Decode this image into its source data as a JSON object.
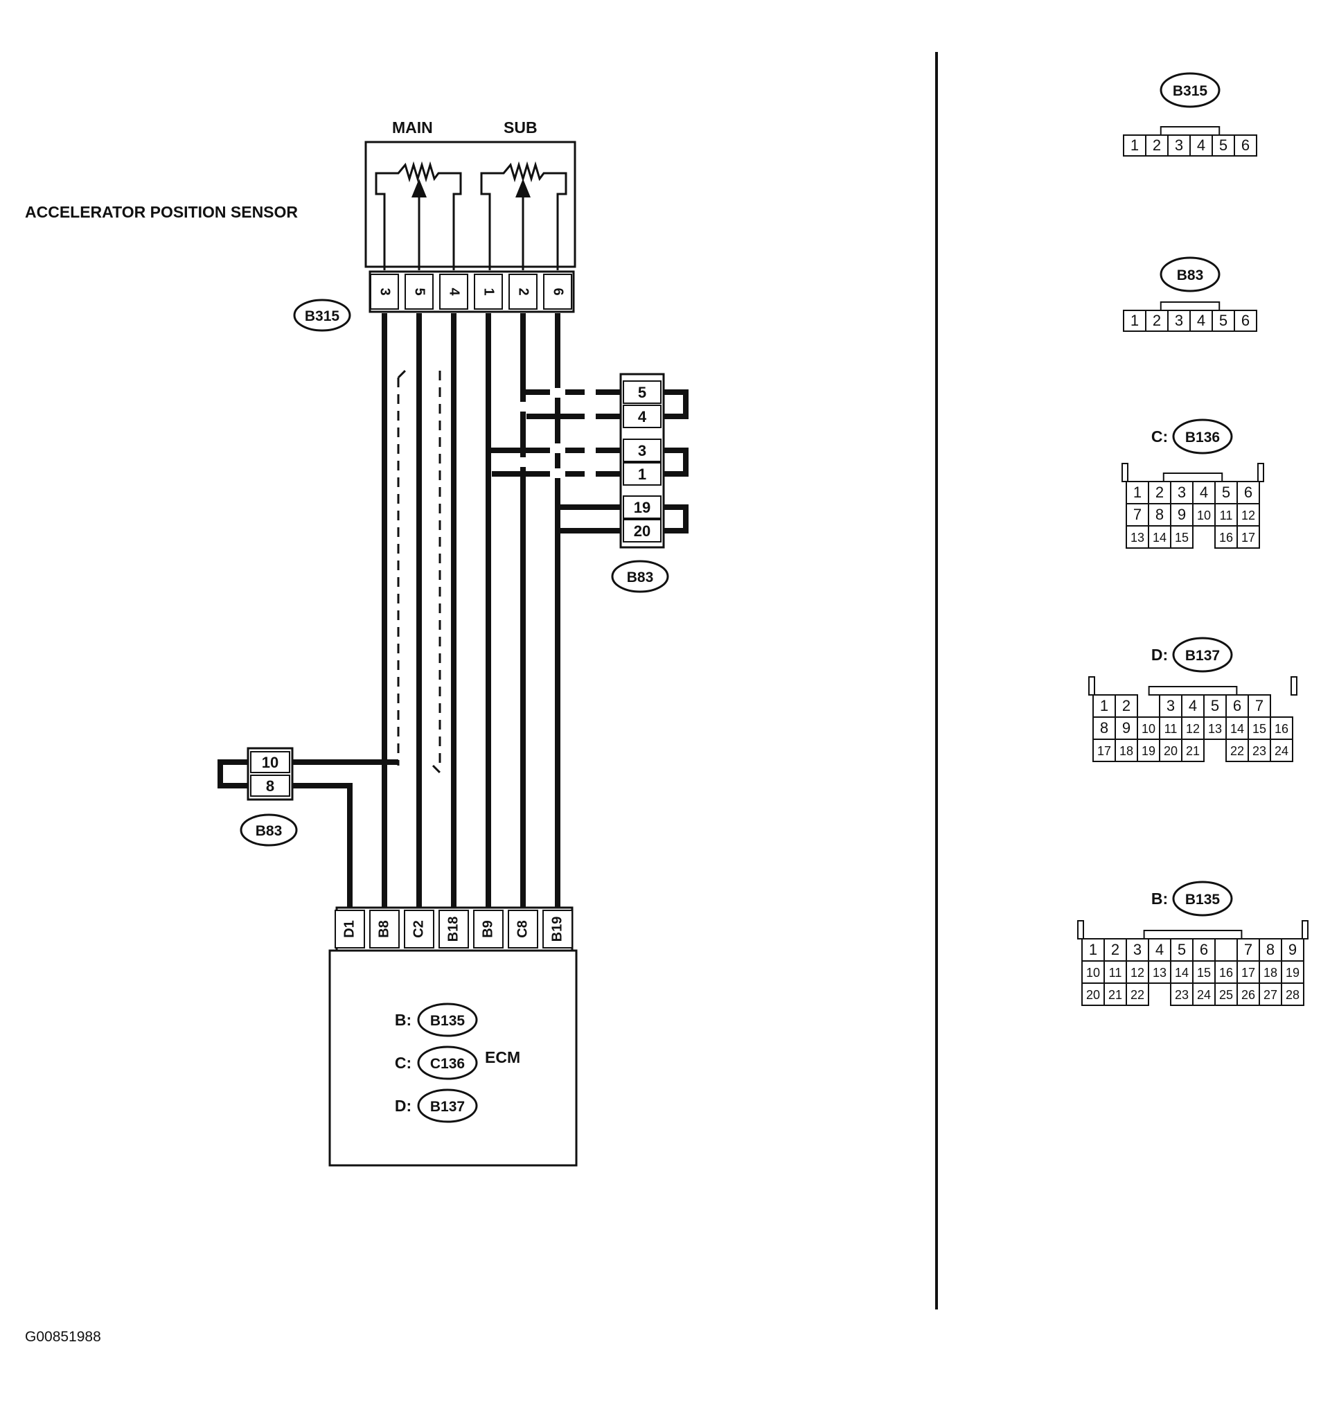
{
  "labels": {
    "sensor": "ACCELERATOR POSITION SENSOR",
    "main": "MAIN",
    "sub": "SUB",
    "ecm": "ECM"
  },
  "footer_code": "G00851988",
  "sensor_connector": {
    "id": "B315",
    "pins": [
      "3",
      "5",
      "4",
      "1",
      "2",
      "6"
    ]
  },
  "joint_connector_right": {
    "id": "B83",
    "pins": [
      "5",
      "4",
      "3",
      "1",
      "19",
      "20"
    ]
  },
  "joint_connector_left": {
    "id": "B83",
    "pins": [
      "10",
      "8"
    ]
  },
  "ecm": {
    "pins": [
      "D1",
      "B8",
      "C2",
      "B18",
      "B9",
      "C8",
      "B19"
    ],
    "connectors": [
      {
        "prefix": "B:",
        "id": "B135"
      },
      {
        "prefix": "C:",
        "id": "C136"
      },
      {
        "prefix": "D:",
        "id": "B137"
      }
    ]
  },
  "connector_views": [
    {
      "prefix": "",
      "id": "B315",
      "rows": [
        [
          "1",
          "2",
          "3",
          "4",
          "5",
          "6"
        ]
      ]
    },
    {
      "prefix": "",
      "id": "B83",
      "rows": [
        [
          "1",
          "2",
          "3",
          "4",
          "5",
          "6"
        ]
      ]
    },
    {
      "prefix": "C:",
      "id": "B136",
      "rows": [
        [
          "1",
          "2",
          "3",
          "4",
          "5",
          "6"
        ],
        [
          "7",
          "8",
          "9",
          "10",
          "11",
          "12"
        ],
        [
          "13",
          "14",
          "15",
          "",
          "16",
          "17"
        ]
      ]
    },
    {
      "prefix": "D:",
      "id": "B137",
      "rows": [
        [
          "1",
          "2",
          "",
          "3",
          "4",
          "5",
          "6",
          "7"
        ],
        [
          "8",
          "9",
          "10",
          "11",
          "12",
          "13",
          "14",
          "15",
          "16"
        ],
        [
          "17",
          "18",
          "19",
          "20",
          "21",
          "",
          "22",
          "23",
          "24"
        ]
      ]
    },
    {
      "prefix": "B:",
      "id": "B135",
      "rows": [
        [
          "1",
          "2",
          "3",
          "4",
          "5",
          "6",
          "",
          "7",
          "8",
          "9"
        ],
        [
          "10",
          "11",
          "12",
          "13",
          "14",
          "15",
          "16",
          "17",
          "18",
          "19"
        ],
        [
          "20",
          "21",
          "22",
          "",
          "23",
          "24",
          "25",
          "26",
          "27",
          "28"
        ]
      ]
    }
  ]
}
